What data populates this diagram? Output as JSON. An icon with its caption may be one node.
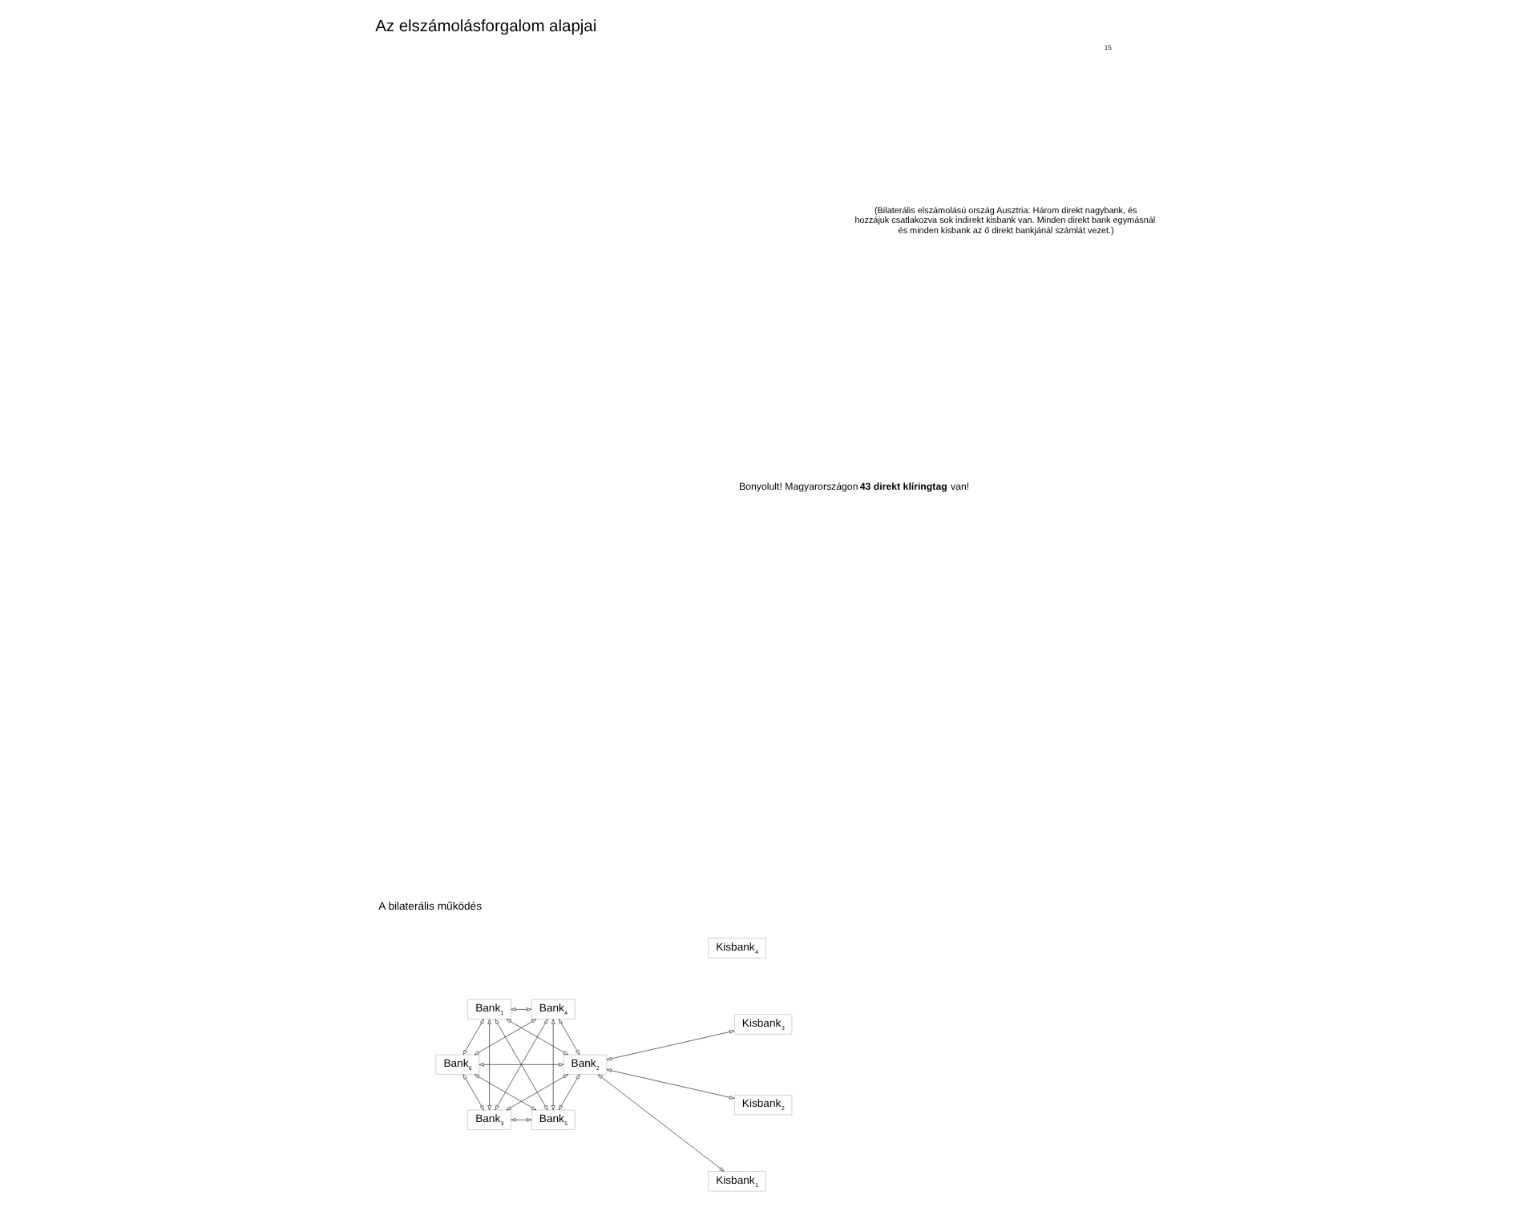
{
  "diagram": {
    "title": "Az elszámolásforgalom alapjai",
    "nodes": [
      {
        "text": [
          "Bank$_{1}$"
        ]
      },
      {
        "text": [
          "Kisbank$_{1}$"
        ]
      },
      {
        "text": [
          "Bank$_{6}$"
        ]
      },
      {
        "text": [
          "Bank$_{2}$"
        ]
      },
      {
        "text": [
          "Kisbank$_{2}$"
        ]
      },
      {
        "text": [
          "Kisbank$_{3}$"
        ]
      },
      {
        "text": [
          "Bank$_{5}$"
        ]
      },
      {
        "text": [
          "Bank$_{3}$"
        ]
      },
      {
        "text": [
          "Kisbank$_{4}$"
        ]
      },
      {
        "text": [
          "Bank$_{4}$"
        ]
      }
    ],
    "edges": [
      {
        "from": 0,
        "to": 3,
        "arrow": "both"
      },
      {
        "from": 0,
        "to": 7,
        "arrow": "both"
      },
      {
        "from": 0,
        "to": 9,
        "arrow": "both"
      },
      {
        "from": 0,
        "to": 6,
        "arrow": "both"
      },
      {
        "from": 0,
        "to": 2,
        "arrow": "both"
      },
      {
        "from": 3,
        "to": 7,
        "arrow": "both"
      },
      {
        "from": 3,
        "to": 9,
        "arrow": "both"
      },
      {
        "from": 3,
        "to": 6,
        "arrow": "both"
      },
      {
        "from": 3,
        "to": 2,
        "arrow": "both"
      },
      {
        "from": 7,
        "to": 9,
        "arrow": "both"
      },
      {
        "from": 7,
        "to": 6,
        "arrow": "both"
      },
      {
        "from": 7,
        "to": 2,
        "arrow": "both"
      },
      {
        "from": 9,
        "to": 6,
        "arrow": "both"
      },
      {
        "from": 9,
        "to": 2,
        "arrow": "both"
      },
      {
        "from": 6,
        "to": 2,
        "arrow": "both"
      },
      {
        "from": 3,
        "to": 1,
        "arrow": "both"
      },
      {
        "from": 3,
        "to": 4,
        "arrow": "both"
      },
      {
        "from": 3,
        "to": 5,
        "arrow": "both"
      }
    ],
    "labels": [
      "A bilaterális működés",
      "Bonyolult! Magyarországon **43 direkt klíringtag** van!",
      "(Bilaterális elszámolású ország Ausztria: Három direkt nagybank, és hozzájuk csatlakozva sok indirekt kisbank van. Minden direkt bank egymásnál és minden kisbank az ő direkt bankjánál számlát vezet.)",
      "15"
    ]
  }
}
